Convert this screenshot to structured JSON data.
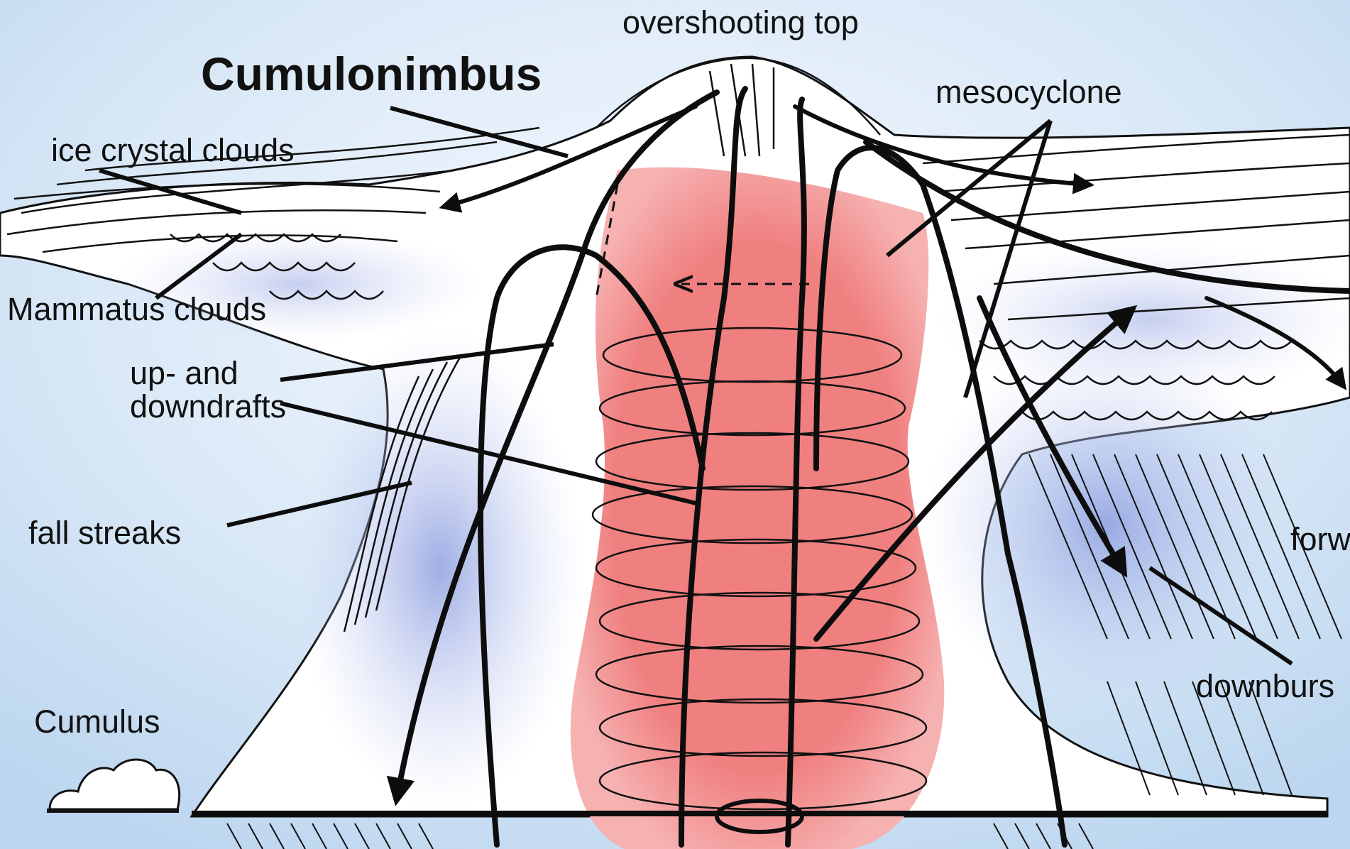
{
  "labels": {
    "title": "Cumulonimbus",
    "overshooting_top": "overshooting top",
    "mesocyclone": "mesocyclone",
    "ice_crystal_clouds": "ice crystal clouds",
    "mammatus_clouds": "Mammatus clouds",
    "up_and_downdrafts_line1": "up- and",
    "up_and_downdrafts_line2": "downdrafts",
    "fall_streaks": "fall streaks",
    "cumulus": "Cumulus",
    "forward_partial": "forw",
    "downburst_partial": "downburs"
  },
  "colors": {
    "sky": "#cfe3f5",
    "sky_light": "#eef5fc",
    "updraft_core": "#f07f7f",
    "shadow_blue": "#8e9fe0",
    "ink": "#0d0d0d",
    "cloud_white": "#ffffff"
  }
}
